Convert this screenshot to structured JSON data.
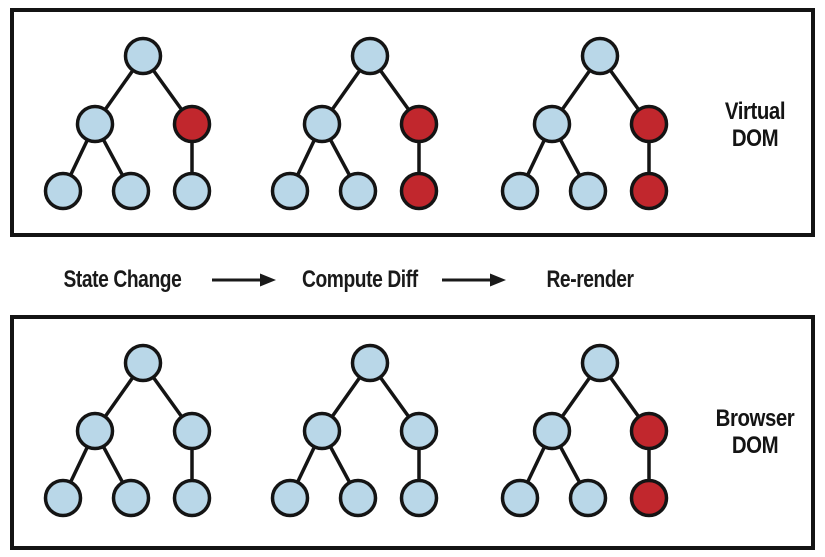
{
  "colors": {
    "node_blue": "#b9d7e8",
    "node_red": "#c1272d",
    "stroke": "#141414",
    "panel_border": "#141414",
    "text": "#141414"
  },
  "panels": [
    {
      "id": "virtual-dom",
      "label": "Virtual DOM",
      "label_lines": [
        "Virtual",
        "DOM"
      ],
      "trees": [
        {
          "nodes": [
            "blue",
            "blue",
            "red",
            "blue",
            "blue",
            "blue"
          ]
        },
        {
          "nodes": [
            "blue",
            "blue",
            "red",
            "blue",
            "blue",
            "red"
          ]
        },
        {
          "nodes": [
            "blue",
            "blue",
            "red",
            "blue",
            "blue",
            "red"
          ]
        }
      ]
    },
    {
      "id": "browser-dom",
      "label": "Browser DOM",
      "label_lines": [
        "Browser",
        "DOM"
      ],
      "trees": [
        {
          "nodes": [
            "blue",
            "blue",
            "blue",
            "blue",
            "blue",
            "blue"
          ]
        },
        {
          "nodes": [
            "blue",
            "blue",
            "blue",
            "blue",
            "blue",
            "blue"
          ]
        },
        {
          "nodes": [
            "blue",
            "blue",
            "red",
            "blue",
            "blue",
            "red"
          ]
        }
      ]
    }
  ],
  "flow": {
    "steps": [
      {
        "label": "State Change"
      },
      {
        "label": "Compute Diff"
      },
      {
        "label": "Re-render"
      }
    ]
  }
}
